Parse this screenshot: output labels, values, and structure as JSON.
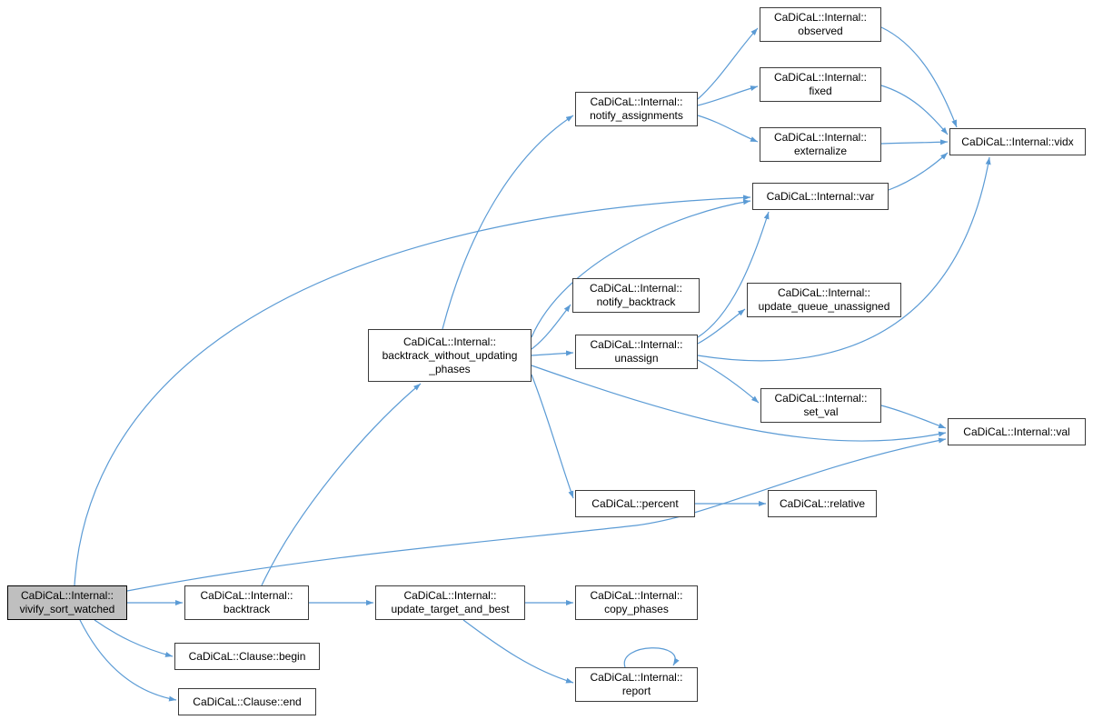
{
  "diagram_type": "call-graph",
  "colors": {
    "edge": "#5b9bd5",
    "node_border": "#3b3b3b",
    "highlight_fill": "#bfbfbf",
    "highlight_border": "#000000",
    "node_fill": "#ffffff"
  },
  "nodes": {
    "vivify_sort_watched": {
      "label": "CaDiCaL::Internal::\nvivify_sort_watched",
      "highlighted": true
    },
    "backtrack": {
      "label": "CaDiCaL::Internal::\nbacktrack",
      "highlighted": false
    },
    "clause_begin": {
      "label": "CaDiCaL::Clause::begin",
      "highlighted": false
    },
    "clause_end": {
      "label": "CaDiCaL::Clause::end",
      "highlighted": false
    },
    "update_target_and_best": {
      "label": "CaDiCaL::Internal::\nupdate_target_and_best",
      "highlighted": false
    },
    "copy_phases": {
      "label": "CaDiCaL::Internal::\ncopy_phases",
      "highlighted": false
    },
    "report": {
      "label": "CaDiCaL::Internal::\nreport",
      "highlighted": false
    },
    "backtrack_without_updating_phases": {
      "label": "CaDiCaL::Internal::\nbacktrack_without_updating\n_phases",
      "highlighted": false
    },
    "notify_assignments": {
      "label": "CaDiCaL::Internal::\nnotify_assignments",
      "highlighted": false
    },
    "notify_backtrack": {
      "label": "CaDiCaL::Internal::\nnotify_backtrack",
      "highlighted": false
    },
    "unassign": {
      "label": "CaDiCaL::Internal::\nunassign",
      "highlighted": false
    },
    "update_queue_unassigned": {
      "label": "CaDiCaL::Internal::\nupdate_queue_unassigned",
      "highlighted": false
    },
    "set_val": {
      "label": "CaDiCaL::Internal::\nset_val",
      "highlighted": false
    },
    "observed": {
      "label": "CaDiCaL::Internal::\nobserved",
      "highlighted": false
    },
    "fixed": {
      "label": "CaDiCaL::Internal::\nfixed",
      "highlighted": false
    },
    "externalize": {
      "label": "CaDiCaL::Internal::\nexternalize",
      "highlighted": false
    },
    "vidx": {
      "label": "CaDiCaL::Internal::vidx",
      "highlighted": false
    },
    "var": {
      "label": "CaDiCaL::Internal::var",
      "highlighted": false
    },
    "val": {
      "label": "CaDiCaL::Internal::val",
      "highlighted": false
    },
    "percent": {
      "label": "CaDiCaL::percent",
      "highlighted": false
    },
    "relative": {
      "label": "CaDiCaL::relative",
      "highlighted": false
    }
  },
  "edges": [
    {
      "from": "vivify_sort_watched",
      "to": "backtrack"
    },
    {
      "from": "vivify_sort_watched",
      "to": "clause_begin"
    },
    {
      "from": "vivify_sort_watched",
      "to": "clause_end"
    },
    {
      "from": "vivify_sort_watched",
      "to": "var"
    },
    {
      "from": "vivify_sort_watched",
      "to": "val"
    },
    {
      "from": "backtrack",
      "to": "update_target_and_best"
    },
    {
      "from": "backtrack",
      "to": "backtrack_without_updating_phases"
    },
    {
      "from": "update_target_and_best",
      "to": "copy_phases"
    },
    {
      "from": "update_target_and_best",
      "to": "report"
    },
    {
      "from": "report",
      "to": "report"
    },
    {
      "from": "backtrack_without_updating_phases",
      "to": "notify_assignments"
    },
    {
      "from": "backtrack_without_updating_phases",
      "to": "var"
    },
    {
      "from": "backtrack_without_updating_phases",
      "to": "notify_backtrack"
    },
    {
      "from": "backtrack_without_updating_phases",
      "to": "unassign"
    },
    {
      "from": "backtrack_without_updating_phases",
      "to": "percent"
    },
    {
      "from": "backtrack_without_updating_phases",
      "to": "val"
    },
    {
      "from": "notify_assignments",
      "to": "observed"
    },
    {
      "from": "notify_assignments",
      "to": "fixed"
    },
    {
      "from": "notify_assignments",
      "to": "externalize"
    },
    {
      "from": "observed",
      "to": "vidx"
    },
    {
      "from": "fixed",
      "to": "vidx"
    },
    {
      "from": "externalize",
      "to": "vidx"
    },
    {
      "from": "var",
      "to": "vidx"
    },
    {
      "from": "unassign",
      "to": "var"
    },
    {
      "from": "unassign",
      "to": "update_queue_unassigned"
    },
    {
      "from": "unassign",
      "to": "set_val"
    },
    {
      "from": "unassign",
      "to": "vidx"
    },
    {
      "from": "set_val",
      "to": "val"
    },
    {
      "from": "percent",
      "to": "relative"
    }
  ]
}
